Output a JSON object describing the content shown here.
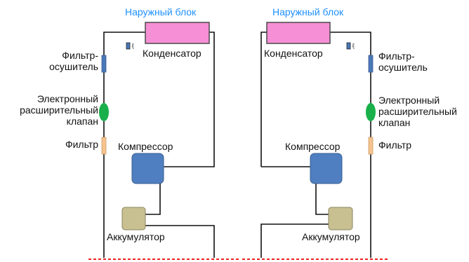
{
  "colors": {
    "pipe": "#111111",
    "title": "#1e90ff",
    "condenser": "#f68fd5",
    "compressor": "#4f7fc0",
    "accumulator": "#c9c092",
    "drier": "#4a78b8",
    "valve": "#19b04b",
    "filter": "#f6c38f",
    "boundary": "#ee2222"
  },
  "left": {
    "title": "Наружный блок",
    "condenser": "Конденсатор",
    "drier": "Фильтр-\nосушитель",
    "valve": "Электронный\nрасширительный\nклапан",
    "filter": "Фильтр",
    "compressor": "Компрессор",
    "accumulator": "Аккумулятор"
  },
  "right": {
    "title": "Наружный блок",
    "condenser": "Конденсатор",
    "drier": "Фильтр-\nосушитель",
    "valve": "Электронный\nрасширительный\nклапан",
    "filter": "Фильтр",
    "compressor": "Компрессор",
    "accumulator": "Аккумулятор"
  }
}
